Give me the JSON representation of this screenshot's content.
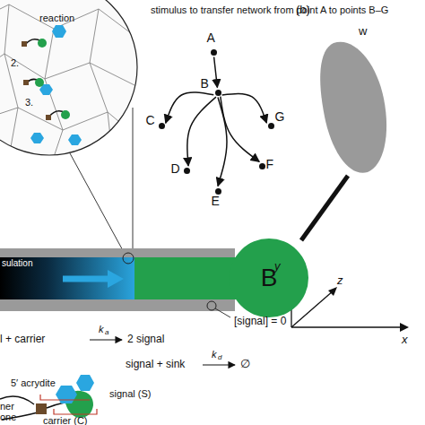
{
  "diagram": {
    "nodes": [
      {
        "text": [
          "A"
        ]
      },
      {
        "text": [
          "B"
        ]
      },
      {
        "text": [
          "C"
        ]
      },
      {
        "text": [
          "D"
        ]
      },
      {
        "text": [
          "E"
        ]
      },
      {
        "text": [
          "F"
        ]
      },
      {
        "text": [
          "G"
        ]
      },
      {
        "text": [
          "B"
        ]
      }
    ],
    "edges": [
      {
        "from": 0,
        "to": 1,
        "arrow": "to"
      },
      {
        "from": 1,
        "to": 2,
        "arrow": "to"
      },
      {
        "from": 1,
        "to": 3,
        "arrow": "to"
      },
      {
        "from": 1,
        "to": 4,
        "arrow": "to"
      },
      {
        "from": 1,
        "to": 5,
        "arrow": "to"
      },
      {
        "from": 1,
        "to": 6,
        "arrow": "to"
      }
    ],
    "labels": [
      "stimulus to transfer network from point A to points B–G",
      "reaction",
      "2.",
      "3.",
      "sulation",
      "[signal] = 0",
      "l + carrier",
      "k",
      "a",
      "2 signal",
      "signal + sink",
      "k",
      "d",
      "∅",
      "5′ acrydite",
      "ner",
      "one",
      "signal (S)",
      "carrier (C)",
      "(b)",
      "w",
      "y",
      "z",
      "x"
    ]
  }
}
